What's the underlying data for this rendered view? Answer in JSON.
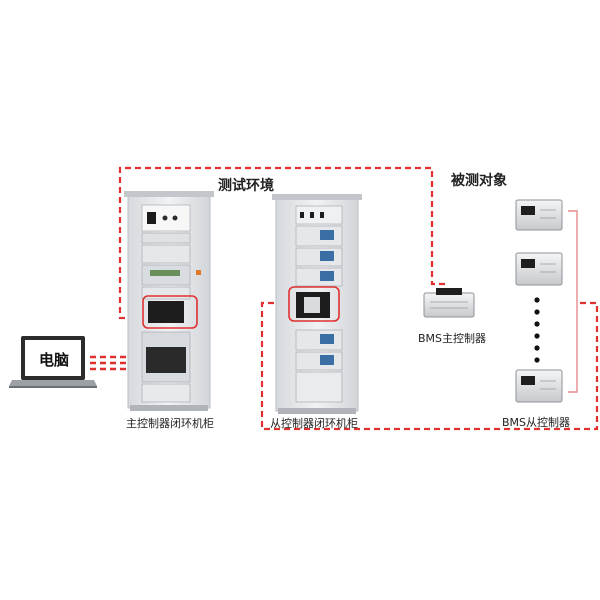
{
  "labels": {
    "test_env": "测试环境",
    "dut": "被测对象",
    "laptop": "电脑",
    "master_cabinet": "主控制器闭环机柜",
    "slave_cabinet": "从控制器闭环机柜",
    "bms_master": "BMS主控制器",
    "bms_slave": "BMS从控制器"
  },
  "colors": {
    "dashed_line": "#e03030",
    "bracket": "#e88a8a",
    "cabinet_body": "#e9ebee",
    "cabinet_frame": "#c9ccd1",
    "screen": "#3a6ea5",
    "device_module": "#1c1c1c"
  },
  "icons": {
    "laptop": "laptop-icon",
    "cabinet": "rack-cabinet-icon",
    "ecu": "ecu-module-icon"
  }
}
